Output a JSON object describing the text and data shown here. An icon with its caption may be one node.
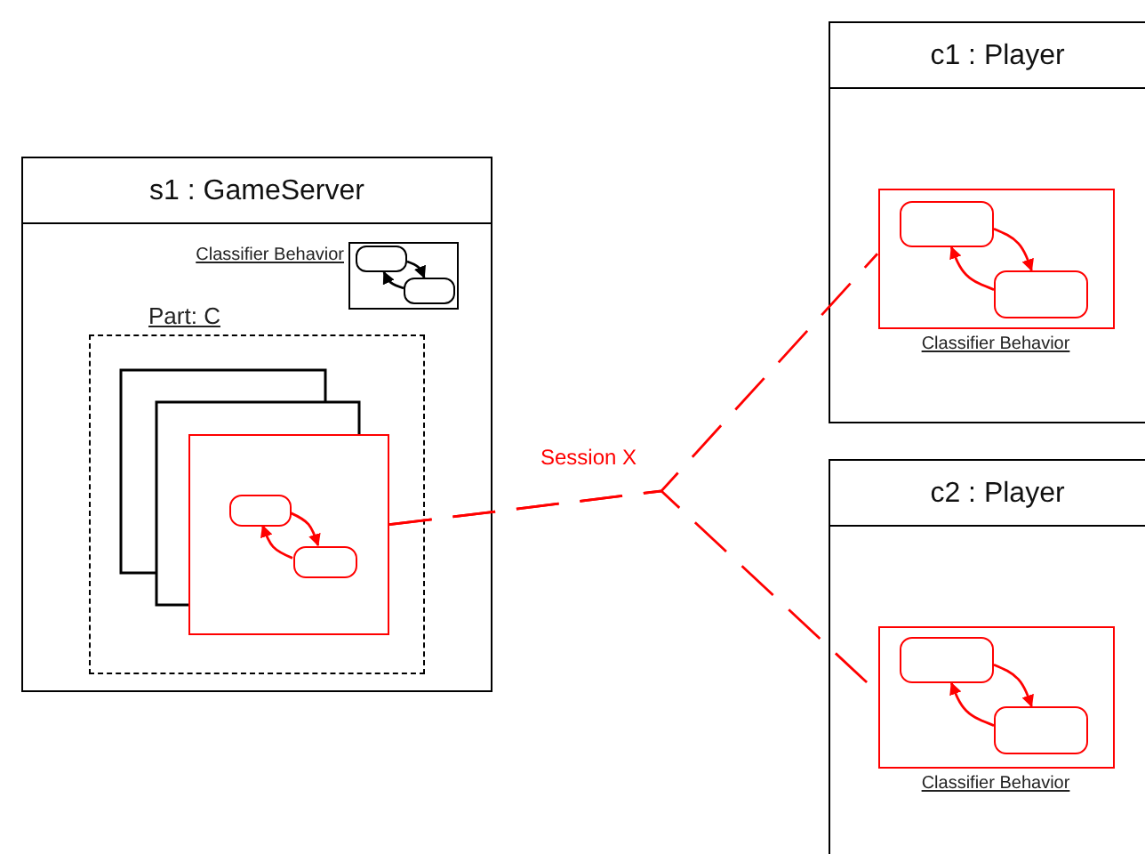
{
  "diagram": {
    "nodes": [
      {
        "text": [
          "s1 : GameServer"
        ]
      },
      {
        "text": [
          "Classifier Behavior"
        ],
        "in": 0
      },
      {
        "text": [],
        "shape": "box",
        "in": 1
      },
      {
        "text": [],
        "shape": "box",
        "in": 1
      },
      {
        "text": [
          "Part: C"
        ],
        "in": 0
      },
      {
        "text": [],
        "shape": "box",
        "in": 4
      },
      {
        "text": [],
        "shape": "box",
        "in": 5
      },
      {
        "text": [],
        "shape": "box",
        "in": 5
      },
      {
        "text": [
          "c1 : Player"
        ]
      },
      {
        "text": [
          "Classifier Behavior"
        ],
        "in": 8
      },
      {
        "text": [],
        "shape": "box",
        "in": 9
      },
      {
        "text": [],
        "shape": "box",
        "in": 9
      },
      {
        "text": [
          "c2 : Player"
        ]
      },
      {
        "text": [
          "Classifier Behavior"
        ],
        "in": 12
      },
      {
        "text": [],
        "shape": "box",
        "in": 13
      },
      {
        "text": [],
        "shape": "box",
        "in": 13
      }
    ],
    "edges": [
      {
        "from": 5,
        "to": 9,
        "arrow": "none",
        "label": "Session X",
        "style": "dashed",
        "color": "#ff0000"
      },
      {
        "from": 5,
        "to": 13,
        "arrow": "none",
        "style": "dashed",
        "color": "#ff0000"
      },
      {
        "from": 2,
        "to": 3,
        "arrow": "to",
        "color": "#000000"
      },
      {
        "from": 3,
        "to": 2,
        "arrow": "to",
        "color": "#000000"
      },
      {
        "from": 6,
        "to": 7,
        "arrow": "to",
        "color": "#ff0000"
      },
      {
        "from": 7,
        "to": 6,
        "arrow": "to",
        "color": "#ff0000"
      },
      {
        "from": 10,
        "to": 11,
        "arrow": "to",
        "color": "#ff0000"
      },
      {
        "from": 11,
        "to": 10,
        "arrow": "to",
        "color": "#ff0000"
      },
      {
        "from": 14,
        "to": 15,
        "arrow": "to",
        "color": "#ff0000"
      },
      {
        "from": 15,
        "to": 14,
        "arrow": "to",
        "color": "#ff0000"
      }
    ]
  }
}
